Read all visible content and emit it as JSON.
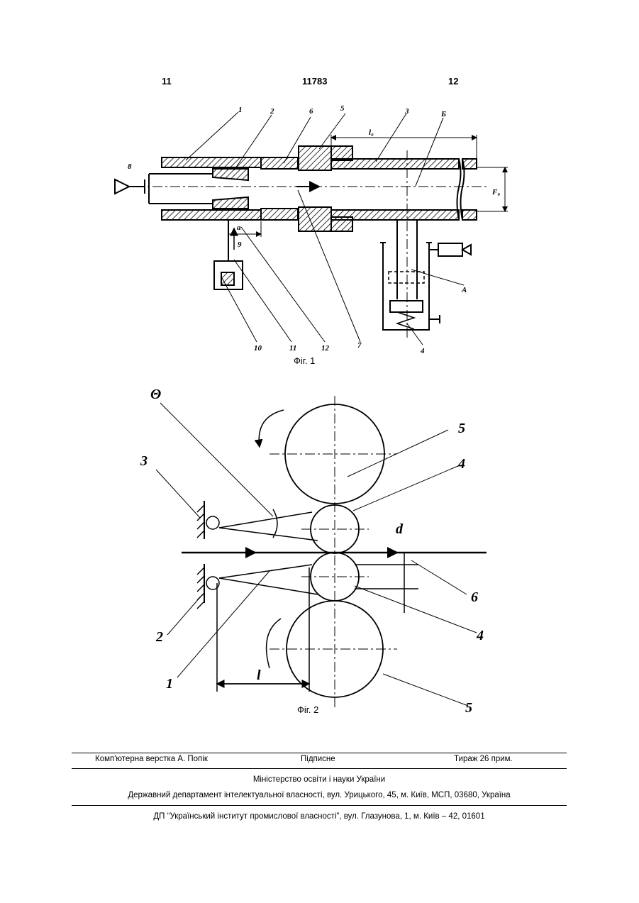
{
  "header": {
    "left_page": "11",
    "patent_number": "11783",
    "right_page": "12"
  },
  "fig1": {
    "caption": "Фіг. 1",
    "labels": [
      "1",
      "2",
      "6",
      "5",
      "3",
      "Б",
      "8",
      "9",
      "10",
      "11",
      "12",
      "7",
      "А",
      "4"
    ],
    "dim_l": "l₀",
    "dim_f": "F₀",
    "dim_a": "a"
  },
  "fig2": {
    "caption": "Фіг. 2",
    "theta": "Θ",
    "labels": {
      "three": "3",
      "five_top": "5",
      "four_top": "4",
      "d": "d",
      "six": "6",
      "four_bottom": "4",
      "two": "2",
      "one": "1",
      "l": "l",
      "five_bottom": "5"
    }
  },
  "footer": {
    "layout": "Комп'ютерна верстка А. Попік",
    "signed": "Підписне",
    "circulation": "Тираж 26 прим.",
    "ministry": "Міністерство освіти і науки України",
    "department": "Державний департамент інтелектуальної власності, вул. Урицького, 45, м. Київ, МСП, 03680, Україна",
    "institute": "ДП “Український інститут промислової власності”, вул. Глазунова, 1, м. Київ – 42, 01601"
  }
}
